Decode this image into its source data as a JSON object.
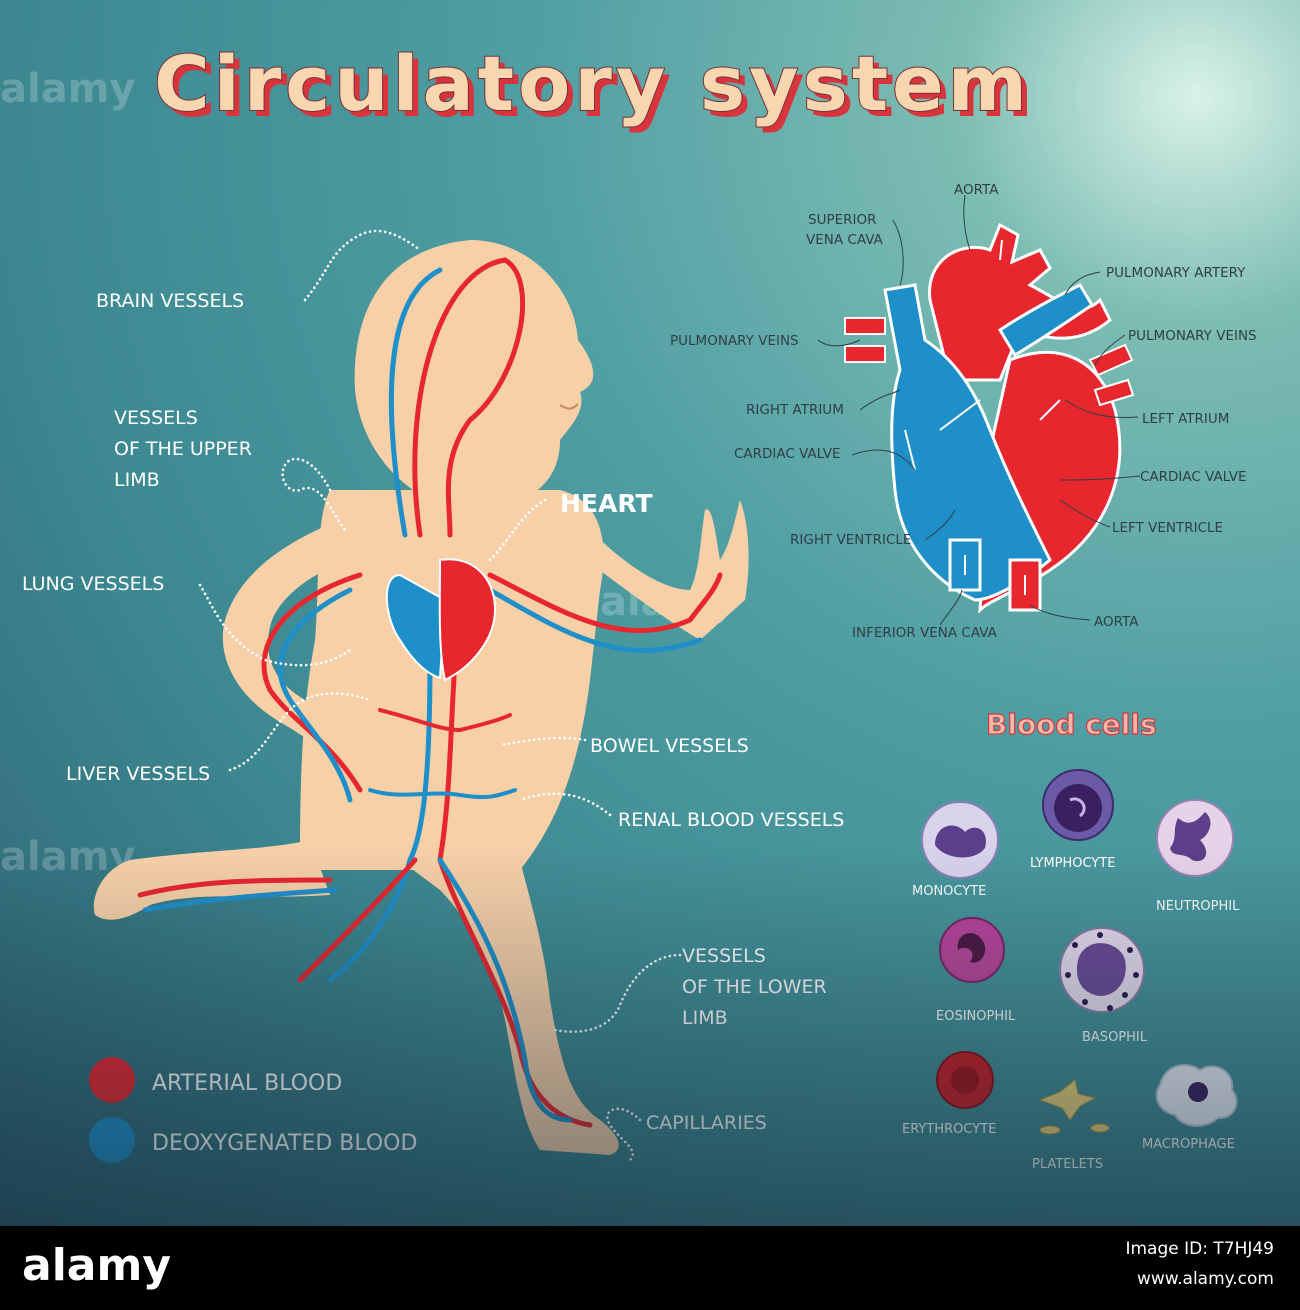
{
  "title": "Circulatory system",
  "labels": {
    "brain_vessels": "BRAIN VESSELS",
    "upper_limb": [
      "VESSELS",
      "OF THE UPPER",
      "LIMB"
    ],
    "heart": "HEART",
    "lung_vessels": "LUNG VESSELS",
    "liver_vessels": "LIVER VESSELS",
    "bowel_vessels": "BOWEL VESSELS",
    "renal_vessels": "RENAL BLOOD VESSELS",
    "lower_limb": [
      "VESSELS",
      "OF THE LOWER",
      "LIMB"
    ],
    "capillaries": "CAPILLARIES"
  },
  "heart_diagram": {
    "aorta_top": "AORTA",
    "superior_vena_cava": [
      "SUPERIOR",
      "VENA CAVA"
    ],
    "pulmonary_artery": "PULMONARY ARTERY",
    "pulmonary_veins_left": "PULMONARY VEINS",
    "pulmonary_veins_right": "PULMONARY VEINS",
    "right_atrium": "RIGHT ATRIUM",
    "left_atrium": "LEFT ATRIUM",
    "cardiac_valve_left": "CARDIAC VALVE",
    "cardiac_valve_right": "CARDIAC VALVE",
    "right_ventricle": "RIGHT VENTRICLE",
    "left_ventricle": "LEFT VENTRICLE",
    "inferior_vena_cava": "INFERIOR VENA CAVA",
    "aorta_bottom": "AORTA"
  },
  "blood_cells": {
    "title": "Blood cells",
    "monocyte": "MONOCYTE",
    "lymphocyte": "LYMPHOCYTE",
    "neutrophil": "NEUTROPHIL",
    "eosinophil": "EOSINOPHIL",
    "basophil": "BASOPHIL",
    "erythrocyte": "ERYTHROCYTE",
    "platelets": "PLATELETS",
    "macrophage": "MACROPHAGE"
  },
  "legend": {
    "arterial": {
      "label": "ARTERIAL BLOOD",
      "color": "#e8262e"
    },
    "deoxygenated": {
      "label": "DEOXYGENATED BLOOD",
      "color": "#1f8fc9"
    }
  },
  "watermark": "alamy",
  "footer": {
    "logo": "alamy",
    "image_id": "Image ID: T7HJ49",
    "site": "www.alamy.com"
  }
}
